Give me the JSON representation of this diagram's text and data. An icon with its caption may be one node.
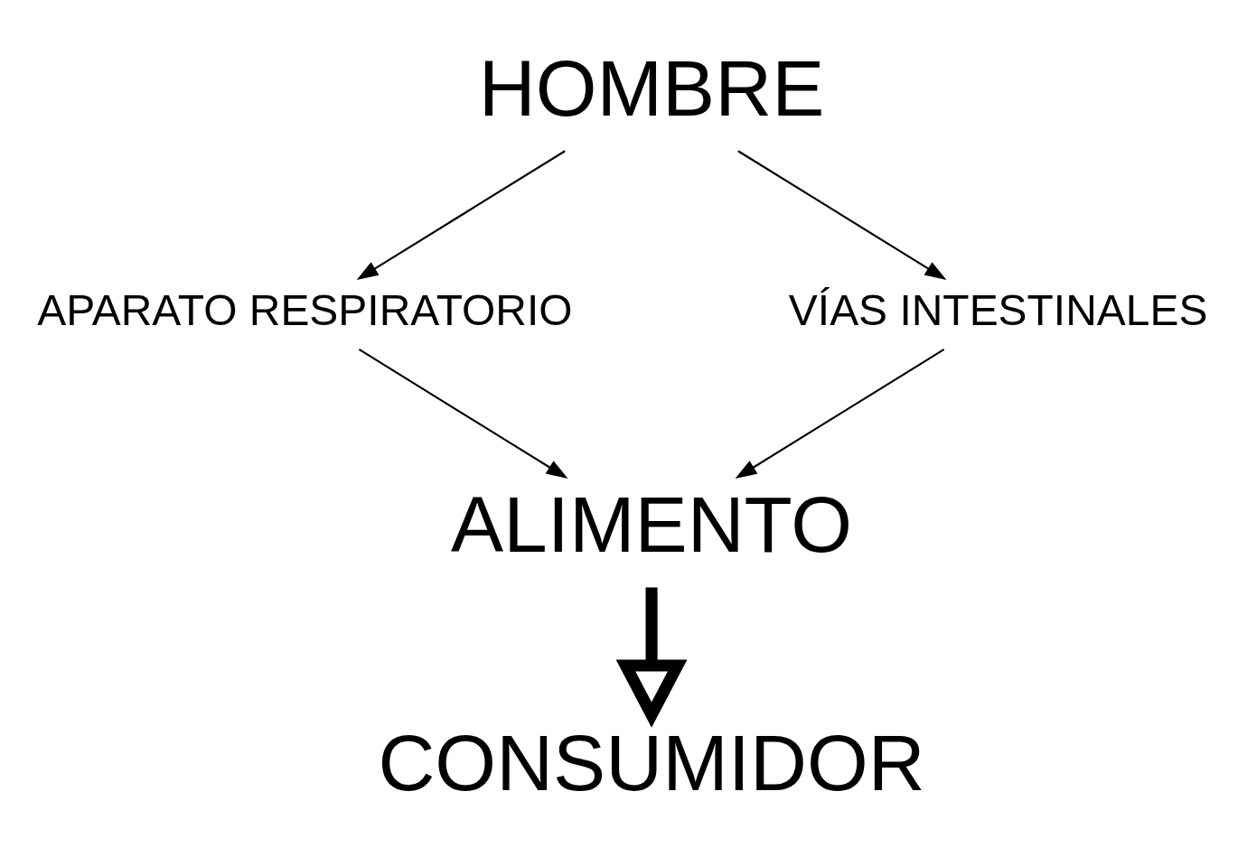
{
  "diagram": {
    "nodes": [
      {
        "text": [
          "HOMBRE"
        ]
      },
      {
        "text": [
          "APARATO RESPIRATORIO"
        ]
      },
      {
        "text": [
          "VÍAS INTESTINALES"
        ]
      },
      {
        "text": [
          "ALIMENTO"
        ]
      },
      {
        "text": [
          "CONSUMIDOR"
        ]
      }
    ],
    "edges": [
      {
        "from": 0,
        "to": 1,
        "arrow": "to"
      },
      {
        "from": 0,
        "to": 2,
        "arrow": "to"
      },
      {
        "from": 1,
        "to": 3,
        "arrow": "to"
      },
      {
        "from": 2,
        "to": 3,
        "arrow": "to"
      },
      {
        "from": 3,
        "to": 4,
        "arrow": "to",
        "style": "thick"
      }
    ]
  }
}
